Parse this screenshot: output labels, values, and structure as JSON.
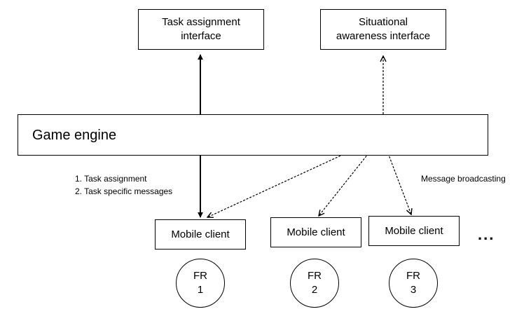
{
  "boxes": {
    "task_interface": [
      "Task assignment",
      "interface"
    ],
    "situational_interface": [
      "Situational",
      "awareness interface"
    ],
    "game_engine": "Game engine"
  },
  "mobile_clients": [
    {
      "label": "Mobile client"
    },
    {
      "label": "Mobile client"
    },
    {
      "label": "Mobile client"
    }
  ],
  "responders": [
    {
      "prefix": "FR",
      "number": "1"
    },
    {
      "prefix": "FR",
      "number": "2"
    },
    {
      "prefix": "FR",
      "number": "3"
    }
  ],
  "annotations": {
    "task_messages": [
      "1. Task assignment",
      "2. Task specific messages"
    ],
    "broadcast": "Message broadcasting"
  },
  "more_indicator": "..."
}
